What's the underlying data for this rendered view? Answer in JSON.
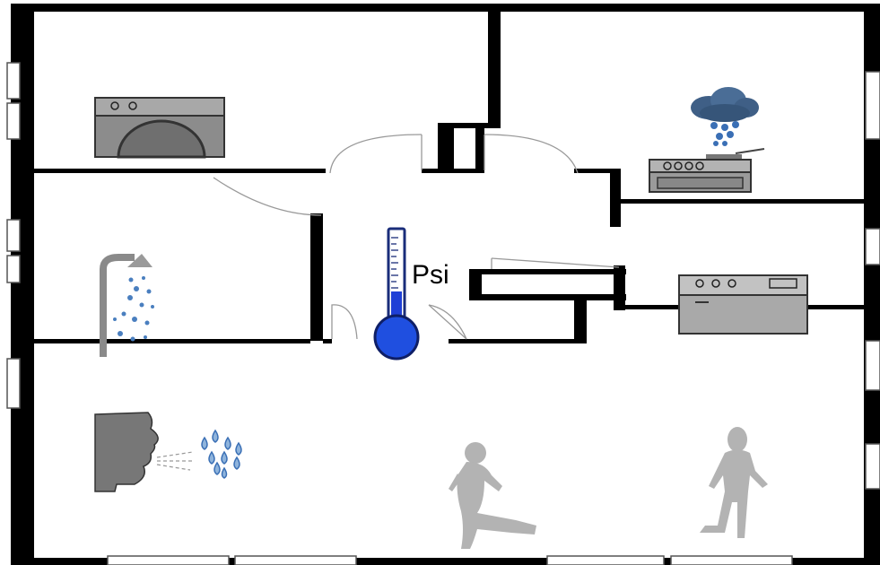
{
  "labels": {
    "pressure_unit": "Psi"
  },
  "icons": [
    "washing-machine-icon",
    "rain-cloud-icon",
    "stove-icon",
    "dishwasher-icon",
    "shower-icon",
    "breath-face-icon",
    "water-droplets-icon",
    "thermometer-icon",
    "person-kicking-silhouette",
    "person-standing-silhouette"
  ],
  "colors": {
    "wall": "#000000",
    "appliance_gray": "#8c8c8c",
    "thermometer_fill": "#1f3fd6",
    "droplet_blue": "#3a6fb5",
    "silhouette_gray": "#b5b5b5"
  }
}
